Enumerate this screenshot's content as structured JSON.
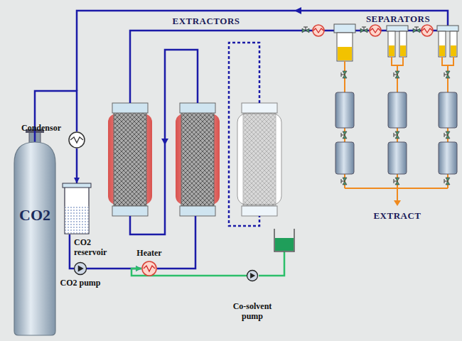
{
  "diagram": {
    "nodes": [
      {
        "text": [
          "CO2"
        ]
      },
      {
        "text": [
          "Condensor"
        ]
      },
      {
        "text": [
          "CO2 reservoir"
        ]
      },
      {
        "text": [
          "CO2 pump"
        ]
      },
      {
        "text": [
          "Heater"
        ]
      },
      {
        "text": [
          "Co-solvent pump"
        ]
      }
    ],
    "edges": [
      {
        "from": 0,
        "to": 1,
        "arrow": "none"
      },
      {
        "from": 1,
        "to": 2,
        "arrow": "to"
      },
      {
        "from": 2,
        "to": 3,
        "arrow": "none"
      },
      {
        "from": 3,
        "to": 4,
        "arrow": "to"
      },
      {
        "from": 5,
        "to": 4,
        "arrow": "to"
      }
    ],
    "labels": [
      "EXTRACTORS",
      "SEPARATORS",
      "EXTRACT"
    ]
  }
}
